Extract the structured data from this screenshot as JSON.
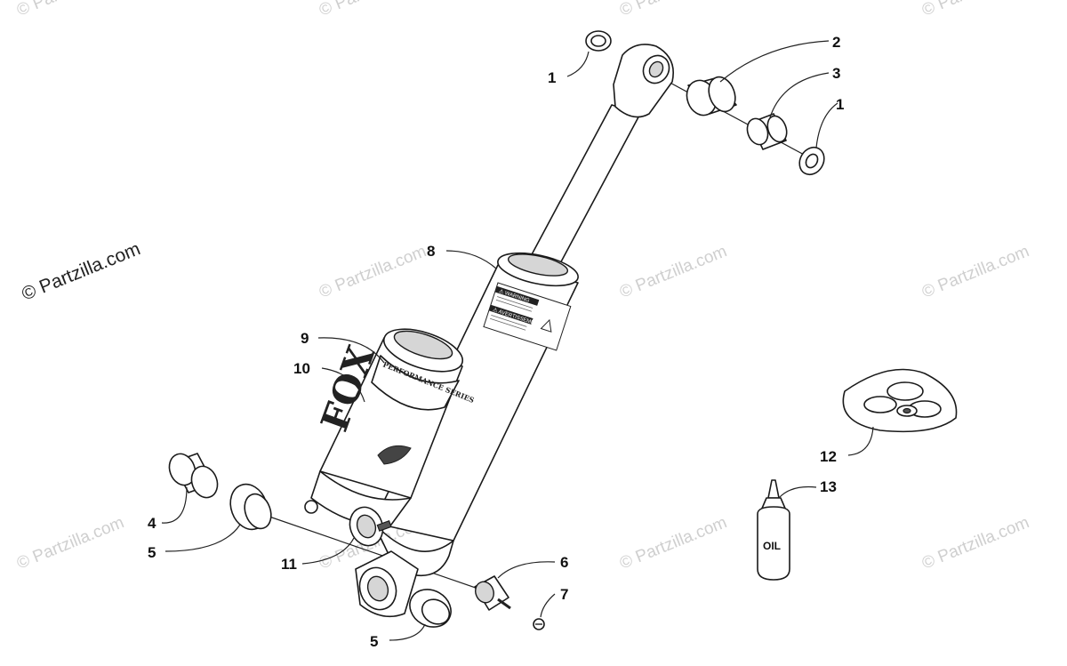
{
  "watermark": {
    "main": "© Partzilla.com",
    "repeat": "© Partzilla.com"
  },
  "callouts": [
    {
      "id": "c1a",
      "text": "1"
    },
    {
      "id": "c2",
      "text": "2"
    },
    {
      "id": "c3",
      "text": "3"
    },
    {
      "id": "c1b",
      "text": "1"
    },
    {
      "id": "c8",
      "text": "8"
    },
    {
      "id": "c9",
      "text": "9"
    },
    {
      "id": "c10",
      "text": "10"
    },
    {
      "id": "c4",
      "text": "4"
    },
    {
      "id": "c5a",
      "text": "5"
    },
    {
      "id": "c11",
      "text": "11"
    },
    {
      "id": "c6",
      "text": "6"
    },
    {
      "id": "c7",
      "text": "7"
    },
    {
      "id": "c5b",
      "text": "5"
    },
    {
      "id": "c12",
      "text": "12"
    },
    {
      "id": "c13",
      "text": "13"
    }
  ],
  "labels": {
    "warning": "⚠ WARNING",
    "avertissement": "⚠ AVERTISSEMENT",
    "brand": "FOX",
    "series": "PERFORMANCE SERIES",
    "oil": "OIL"
  }
}
